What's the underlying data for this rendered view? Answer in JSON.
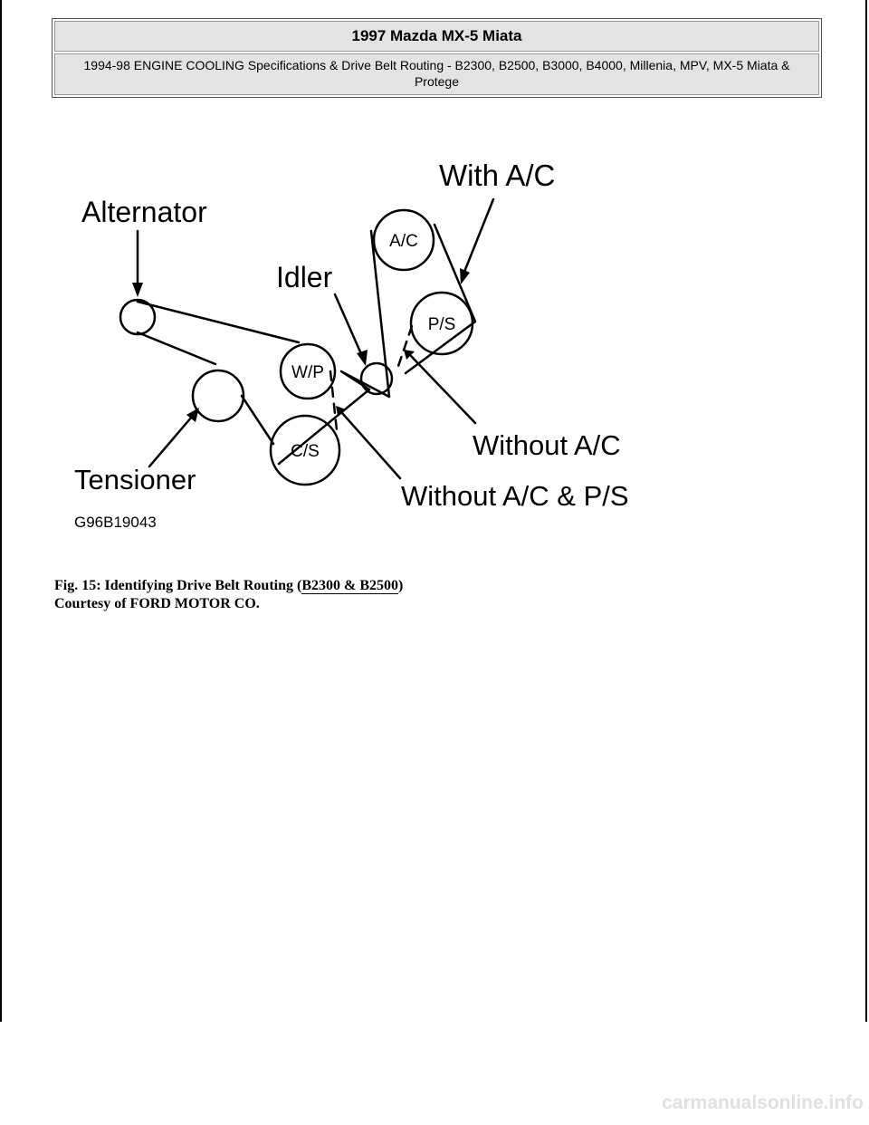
{
  "header": {
    "title": "1997 Mazda MX-5 Miata",
    "subtitle": "1994-98 ENGINE COOLING Specifications & Drive Belt Routing - B2300, B2500, B3000, B4000, Millenia, MPV, MX-5 Miata & Protege"
  },
  "figure": {
    "labels": {
      "with_ac": "With A/C",
      "alternator": "Alternator",
      "idler": "Idler",
      "tensioner": "Tensioner",
      "without_ac": "Without A/C",
      "without_ac_ps": "Without A/C & P/S",
      "code": "G96B19043"
    },
    "pulleys": {
      "ac": "A/C",
      "ps": "P/S",
      "wp": "W/P",
      "cs": "C/S"
    }
  },
  "caption": {
    "line1_prefix": "Fig. 15: Identifying Drive Belt Routing (",
    "line1_link": "B2300 & B2500",
    "line1_suffix": ")",
    "line2": "Courtesy of FORD MOTOR CO."
  },
  "watermark": "carmanualsonline.info"
}
